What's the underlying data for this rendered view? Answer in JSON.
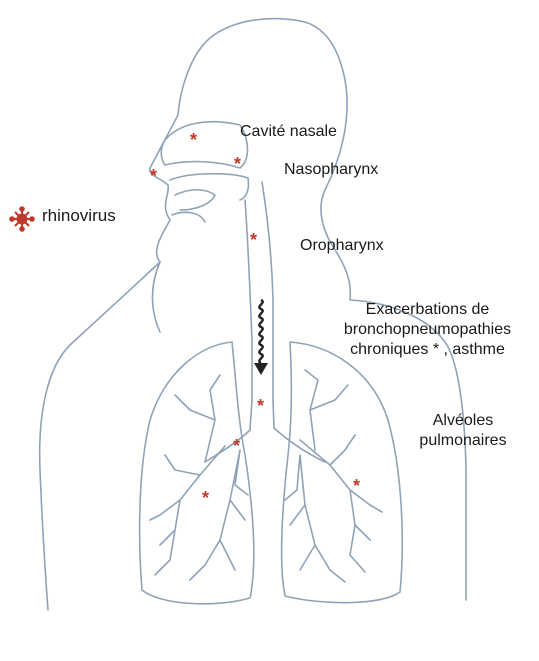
{
  "labels": {
    "nasal_cavity": "Cavité nasale",
    "nasopharynx": "Nasopharynx",
    "oropharynx": "Oropharynx",
    "exacerbations": [
      "Exacerbations de",
      "bronchopneumopathies",
      "chroniques * , asthme"
    ],
    "alveoles": [
      "Alvéoles",
      "pulmonaires"
    ]
  },
  "legend": {
    "icon": "rhinovirus-icon",
    "label": "rhinovirus"
  },
  "colors": {
    "outline": "#8fa3b8",
    "virus": "#c0392b",
    "text": "#1a1a1a",
    "arrow": "#222222"
  }
}
